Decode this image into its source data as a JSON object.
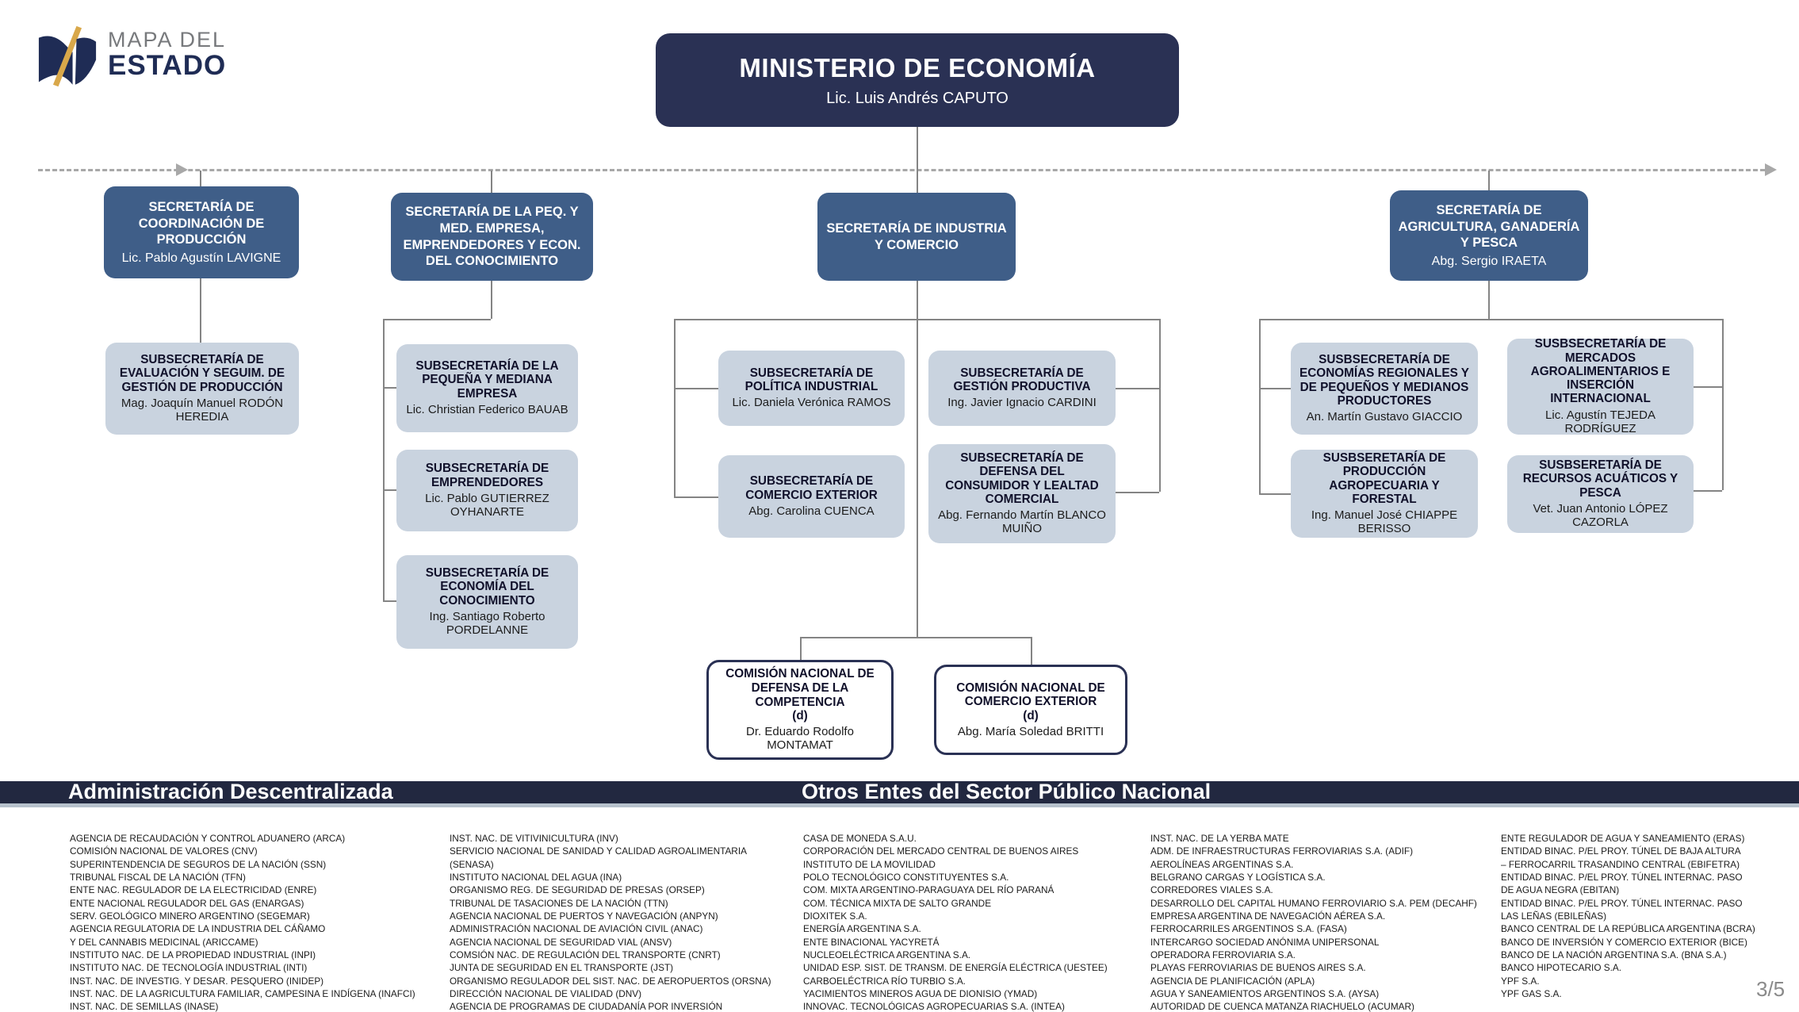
{
  "logo": {
    "top": "MAPA DEL",
    "bottom": "ESTADO"
  },
  "page_indicator": "3/5",
  "colors": {
    "navy": "#2A3154",
    "steel_blue": "#3F5E88",
    "light_box": "#C9D3DF",
    "band": "#222840",
    "band_strip": "#B6C1CC",
    "gold": "#D9A84A",
    "connector": "#848484"
  },
  "org": {
    "root": {
      "title": "MINISTERIO DE ECONOMÍA",
      "name": "Lic. Luis Andrés CAPUTO"
    },
    "secretarias": [
      {
        "title": "SECRETARÍA DE COORDINACIÓN DE PRODUCCIÓN",
        "name": "Lic. Pablo Agustín LAVIGNE",
        "subsecretarias": [
          {
            "title": "SUBSECRETARÍA DE EVALUACIÓN Y SEGUIM. DE GESTIÓN DE PRODUCCIÓN",
            "name": "Mag. Joaquín Manuel RODÓN HEREDIA"
          }
        ]
      },
      {
        "title": "SECRETARÍA DE LA PEQ. Y MED. EMPRESA, EMPRENDEDORES Y ECON. DEL CONOCIMIENTO",
        "name": "",
        "subsecretarias": [
          {
            "title": "SUBSECRETARÍA DE LA PEQUEÑA Y MEDIANA EMPRESA",
            "name": "Lic. Christian Federico BAUAB"
          },
          {
            "title": "SUBSECRETARÍA DE EMPRENDEDORES",
            "name": "Lic. Pablo GUTIERREZ OYHANARTE"
          },
          {
            "title": "SUBSECRETARÍA DE ECONOMÍA DEL CONOCIMIENTO",
            "name": "Ing. Santiago Roberto PORDELANNE"
          }
        ]
      },
      {
        "title": "SECRETARÍA DE INDUSTRIA Y COMERCIO",
        "name": "",
        "subsecretarias": [
          {
            "title": "SUBSECRETARÍA DE POLÍTICA INDUSTRIAL",
            "name": "Lic. Daniela Verónica RAMOS"
          },
          {
            "title": "SUBSECRETARÍA DE GESTIÓN PRODUCTIVA",
            "name": "Ing. Javier Ignacio CARDINI"
          },
          {
            "title": "SUBSECRETARÍA DE COMERCIO EXTERIOR",
            "name": "Abg. Carolina CUENCA"
          },
          {
            "title": "SUBSECRETARÍA DE DEFENSA DEL CONSUMIDOR Y LEALTAD COMERCIAL",
            "name": "Abg. Fernando Martín BLANCO MUIÑO"
          }
        ]
      },
      {
        "title": "SECRETARÍA DE AGRICULTURA, GANADERÍA Y PESCA",
        "name": "Abg. Sergio IRAETA",
        "subsecretarias": [
          {
            "title": "SUSBSECRETARÍA DE ECONOMÍAS REGIONALES Y DE PEQUEÑOS Y MEDIANOS PRODUCTORES",
            "name": "An. Martín Gustavo GIACCIO"
          },
          {
            "title": "SUSBSECRETARÍA DE MERCADOS AGROALIMENTARIOS E INSERCIÓN INTERNACIONAL",
            "name": "Lic. Agustín TEJEDA RODRÍGUEZ"
          },
          {
            "title": "SUSBSERETARÍA DE PRODUCCIÓN AGROPECUARIA Y FORESTAL",
            "name": "Ing. Manuel José CHIAPPE BERISSO"
          },
          {
            "title": "SUSBSERETARÍA DE RECURSOS ACUÁTICOS Y PESCA",
            "name": "Vet. Juan Antonio LÓPEZ CAZORLA"
          }
        ]
      }
    ],
    "comisiones": [
      {
        "title": "COMISIÓN NACIONAL DE DEFENSA DE LA COMPETENCIA",
        "annotation": "(d)",
        "name": "Dr. Eduardo Rodolfo MONTAMAT"
      },
      {
        "title": "COMISIÓN NACIONAL DE COMERCIO EXTERIOR",
        "annotation": "(d)",
        "name": "Abg. María Soledad BRITTI"
      }
    ]
  },
  "bottom": {
    "left_section": {
      "header": "Administración Descentralizada",
      "columns": [
        [
          "AGENCIA DE RECAUDACIÓN Y CONTROL ADUANERO (ARCA)",
          "COMISIÓN NACIONAL DE VALORES (CNV)",
          "SUPERINTENDENCIA DE SEGUROS DE LA NACIÓN (SSN)",
          "TRIBUNAL FISCAL DE LA NACIÓN (TFN)",
          "ENTE NAC. REGULADOR DE LA ELECTRICIDAD (ENRE)",
          "ENTE NACIONAL REGULADOR DEL GAS (ENARGAS)",
          "SERV. GEOLÓGICO MINERO ARGENTINO (SEGEMAR)",
          "AGENCIA REGULATORIA DE LA INDUSTRIA DEL CÁÑAMO",
          "Y DEL CANNABIS MEDICINAL (ARICCAME)",
          "INSTITUTO NAC. DE LA PROPIEDAD INDUSTRIAL (INPI)",
          "INSTITUTO NAC. DE TECNOLOGÍA INDUSTRIAL (INTI)",
          "INST. NAC. DE INVESTIG. Y DESAR. PESQUERO (INIDEP)",
          "INST. NAC. DE LA AGRICULTURA FAMILIAR, CAMPESINA E INDÍGENA (INAFCI)",
          "INST. NAC. DE SEMILLAS (INASE)"
        ],
        [
          "INST. NAC. DE VITIVINICULTURA (INV)",
          "SERVICIO NACIONAL DE SANIDAD Y CALIDAD AGROALIMENTARIA",
          "(SENASA)",
          "INSTITUTO NACIONAL DEL AGUA (INA)",
          "ORGANISMO REG. DE SEGURIDAD DE PRESAS (ORSEP)",
          "TRIBUNAL DE TASACIONES DE LA NACIÓN (TTN)",
          "AGENCIA NACIONAL DE PUERTOS Y NAVEGACIÓN (ANPYN)",
          "ADMINISTRACIÓN NACIONAL DE AVIACIÓN CIVIL (ANAC)",
          "AGENCIA NACIONAL DE SEGURIDAD VIAL (ANSV)",
          "COMSIÓN NAC. DE REGULACIÓN DEL TRANSPORTE (CNRT)",
          "JUNTA DE SEGURIDAD EN EL TRANSPORTE (JST)",
          "ORGANISMO REGULADOR DEL SIST. NAC. DE AEROPUERTOS (ORSNA)",
          "DIRECCIÓN NACIONAL DE VIALIDAD (DNV)",
          "AGENCIA DE PROGRAMAS DE CIUDADANÍA POR INVERSIÓN"
        ]
      ]
    },
    "right_section": {
      "header": "Otros Entes del Sector Público Nacional",
      "columns": [
        [
          "CASA DE MONEDA S.A.U.",
          "CORPORACIÓN DEL MERCADO CENTRAL DE BUENOS AIRES",
          "INSTITUTO DE LA MOVILIDAD",
          "POLO TECNOLÓGICO CONSTITUYENTES S.A.",
          "COM. MIXTA ARGENTINO-PARAGUAYA DEL RÍO PARANÁ",
          "COM. TÉCNICA MIXTA DE SALTO GRANDE",
          "DIOXITEK S.A.",
          "ENERGÍA ARGENTINA S.A.",
          "ENTE BINACIONAL YACYRETÁ",
          "NUCLEOELÉCTRICA ARGENTINA S.A.",
          "UNIDAD ESP. SIST. DE TRANSM. DE ENERGÍA ELÉCTRICA (UESTEE)",
          "CARBOELÉCTRICA RÍO TURBIO S.A.",
          "YACIMIENTOS MINEROS AGUA DE DIONISIO (YMAD)",
          "INNOVAC. TECNOLÓGICAS AGROPECUARIAS S.A. (INTEA)"
        ],
        [
          "INST. NAC. DE LA YERBA MATE",
          "ADM. DE INFRAESTRUCTURAS FERROVIARIAS S.A. (ADIF)",
          "AEROLÍNEAS ARGENTINAS S.A.",
          "BELGRANO CARGAS Y LOGÍSTICA S.A.",
          "CORREDORES VIALES S.A.",
          "DESARROLLO DEL CAPITAL HUMANO FERROVIARIO S.A. PEM (DECAHF)",
          "EMPRESA ARGENTINA DE NAVEGACIÓN AÉREA S.A.",
          "FERROCARRILES ARGENTINOS S.A. (FASA)",
          "INTERCARGO SOCIEDAD ANÓNIMA UNIPERSONAL",
          "OPERADORA FERROVIARIA S.A.",
          "PLAYAS FERROVIARIAS DE BUENOS AIRES S.A.",
          "AGENCIA DE PLANIFICACIÓN (APLA)",
          "AGUA Y SANEAMIENTOS ARGENTINOS S.A. (AYSA)",
          "AUTORIDAD DE CUENCA MATANZA RIACHUELO (ACUMAR)"
        ],
        [
          "ENTE REGULADOR DE AGUA Y SANEAMIENTO (ERAS)",
          "ENTIDAD BINAC. P/EL PROY. TÚNEL DE BAJA ALTURA",
          "– FERROCARRIL TRASANDINO CENTRAL (EBIFETRA)",
          "ENTIDAD BINAC. P/EL PROY. TÚNEL INTERNAC. PASO",
          "DE AGUA NEGRA (EBITAN)",
          "ENTIDAD BINAC. P/EL PROY. TÚNEL INTERNAC. PASO",
          "LAS LEÑAS (EBILEÑAS)",
          "BANCO CENTRAL DE LA REPÚBLICA ARGENTINA (BCRA)",
          "BANCO DE INVERSIÓN Y COMERCIO EXTERIOR (BICE)",
          "BANCO DE LA NACIÓN ARGENTINA S.A. (BNA S.A.)",
          "BANCO HIPOTECARIO S.A.",
          "YPF S.A.",
          "YPF GAS S.A."
        ]
      ]
    }
  }
}
